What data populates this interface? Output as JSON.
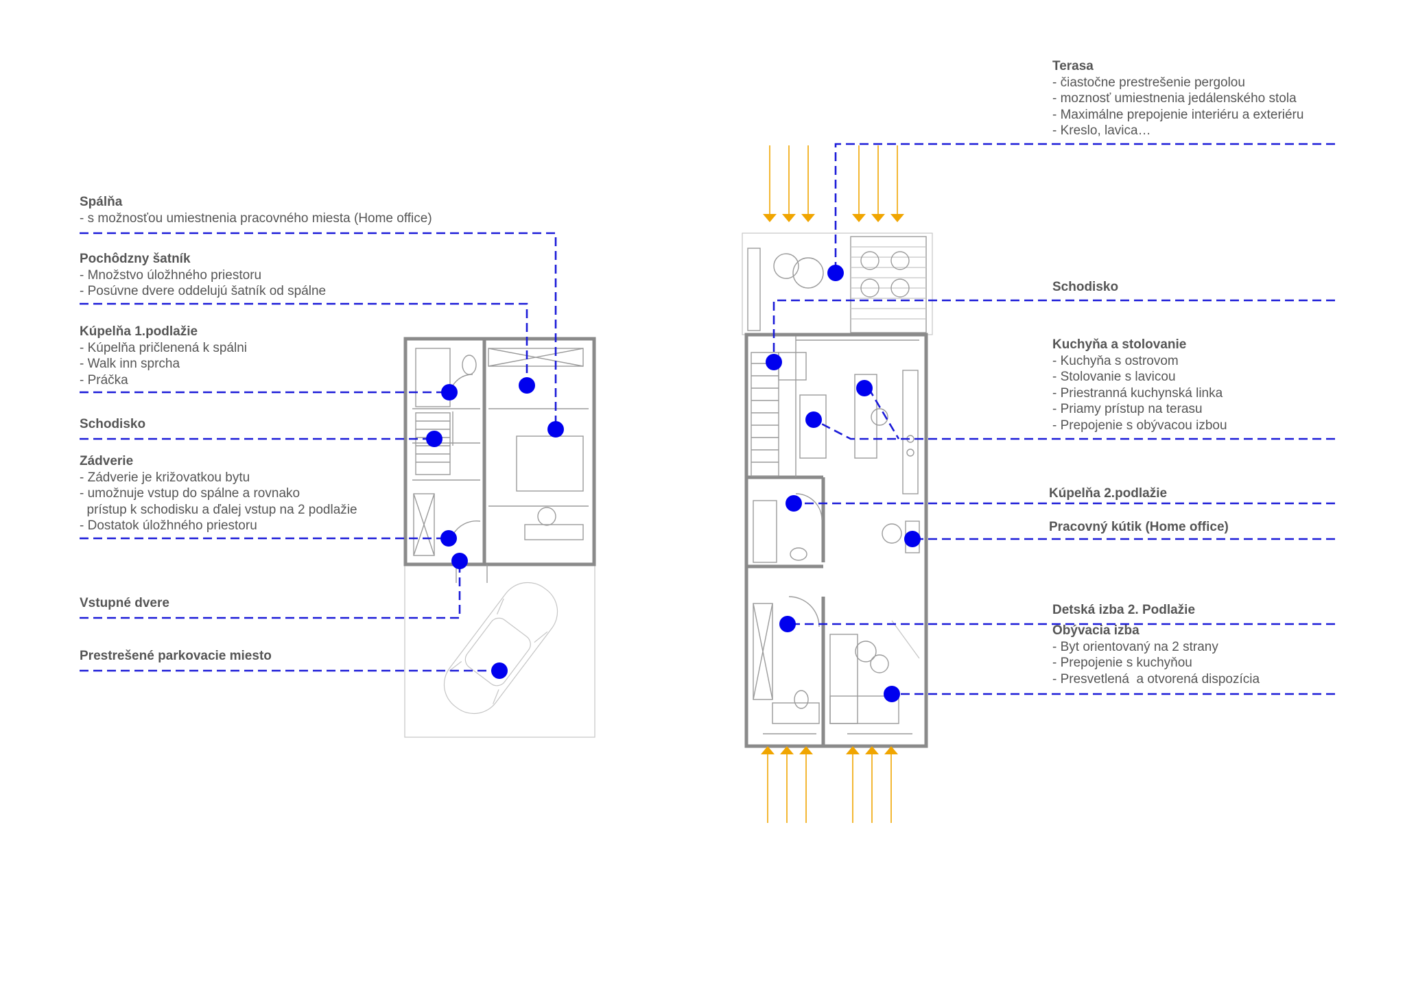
{
  "left_plan": {
    "annotations": [
      {
        "title": "Spálňa",
        "lines": [
          "- s možnosťou umiestnenia pracovného miesta (Home office)"
        ]
      },
      {
        "title": "Pochôdzny šatník",
        "lines": [
          "- Množstvo úložhného priestoru",
          "- Posúvne dvere oddelujú šatník od spálne"
        ]
      },
      {
        "title": "Kúpelňa 1.podlažie",
        "lines": [
          "- Kúpelňa pričlenená k spálni",
          "- Walk inn sprcha",
          "- Práčka"
        ]
      },
      {
        "title": "Schodisko",
        "lines": []
      },
      {
        "title": "Zádverie",
        "lines": [
          "- Zádverie je križovatkou bytu",
          "- umožnuje vstup do spálne a rovnako",
          "  prístup k schodisku a ďalej vstup na 2 podlažie",
          "- Dostatok úložhného priestoru"
        ]
      },
      {
        "title": "Vstupné dvere",
        "lines": []
      },
      {
        "title": "Prestrešené parkovacie miesto",
        "lines": []
      }
    ]
  },
  "right_plan": {
    "annotations": [
      {
        "title": "Terasa",
        "lines": [
          "- čiastočne prestrešenie pergolou",
          "- moznosť umiestnenia jedálenského stola",
          "- Maximálne prepojenie interiéru a exteriéru",
          "- Kreslo, lavica…"
        ]
      },
      {
        "title": "Schodisko",
        "lines": []
      },
      {
        "title": "Kuchyňa a stolovanie",
        "lines": [
          "- Kuchyňa s ostrovom",
          "- Stolovanie s lavicou",
          "- Priestranná kuchynská linka",
          "- Priamy prístup na terasu",
          "- Prepojenie s obývacou izbou"
        ]
      },
      {
        "title": "Kúpelňa 2.podlažie",
        "lines": []
      },
      {
        "title": "Pracovný kútik (Home office)",
        "lines": []
      },
      {
        "title": "Detská izba 2. Podlažie",
        "lines": []
      },
      {
        "title": "Obývacia izba",
        "lines": [
          "- Byt orientovaný na 2 strany",
          "- Prepojenie s kuchyňou",
          "- Presvetlená  a otvorená dispozícia"
        ]
      }
    ]
  },
  "colors": {
    "leader": "#1a1ad8",
    "marker": "#0000ee",
    "sun_arrow": "#f0a500",
    "wall": "#8a8a8a"
  },
  "icons": [
    "sun-arrow-icon",
    "car-icon",
    "marker-dot"
  ]
}
